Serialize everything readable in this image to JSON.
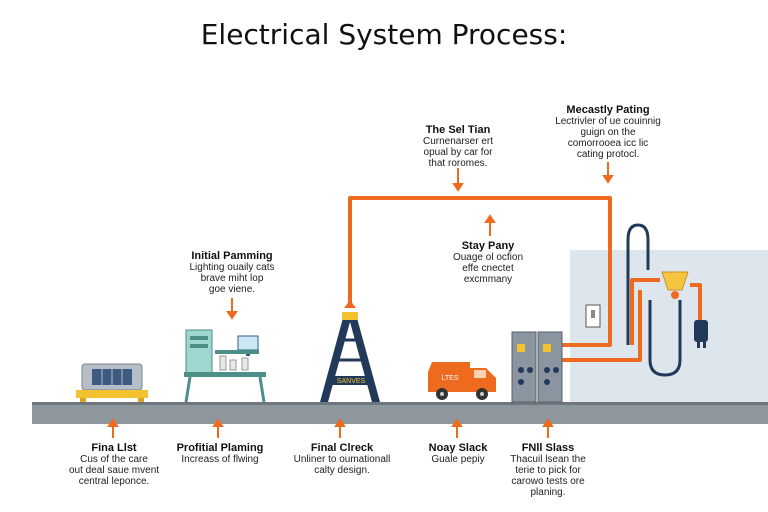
{
  "title": "Electrical System Process:",
  "top_labels": [
    {
      "title": "Initial Pamming",
      "desc": "Lighting ouaily cats\nbrave miht lop\ngoe viene."
    },
    {
      "title": "The Sel Tian",
      "desc": "Curnenarser ert\nopual by car for\nthat roromes."
    },
    {
      "title": "Stay Pany",
      "desc": "Ouage ol ocfion\neffe cnectet\nexcmmany"
    },
    {
      "title": "Mecastly Pating",
      "desc": "Lectrivler of ue couinnig\nguign on the\ncomorrooea icc lic\ncating protocl."
    }
  ],
  "bottom_labels": [
    {
      "title": "Fina Llst",
      "desc": "Cus of the care\nout deal saue mvent\ncentral leponce."
    },
    {
      "title": "Profitial Plaming",
      "desc": "Increass of flwing"
    },
    {
      "title": "Final Clreck",
      "desc": "Unliner to oumationall\ncalty design."
    },
    {
      "title": "Noay Slack",
      "desc": "Guale pepiy"
    },
    {
      "title": "FNll Slass",
      "desc": "Thacuil lsean the\nterie to pick for\ncarowo tests ore\nplaning."
    }
  ],
  "van_label": "LTES",
  "ladder_label": "SANVES",
  "colors": {
    "accent": "#ee6a1f",
    "ground": "#8f979e",
    "panel": "#dde6ec",
    "navy": "#223a5a"
  }
}
